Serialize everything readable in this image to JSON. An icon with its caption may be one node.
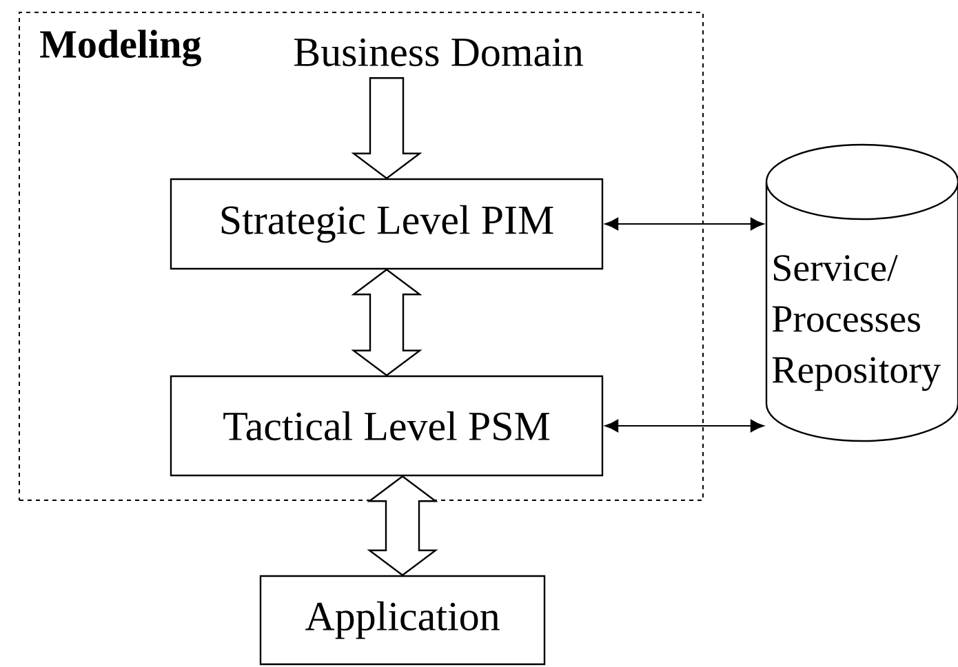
{
  "diagram": {
    "nodes": [
      {
        "text": [
          "Modeling"
        ]
      },
      {
        "text": [
          "Business Domain"
        ],
        "in": 0
      },
      {
        "text": [
          "Strategic Level PIM"
        ],
        "in": 0
      },
      {
        "text": [
          "Tactical Level PSM"
        ],
        "in": 0
      },
      {
        "text": [
          "Service/ Processes Repository"
        ]
      },
      {
        "text": [
          "Application"
        ]
      }
    ],
    "edges": [
      {
        "from": 1,
        "to": 2,
        "arrow": "to",
        "style": "thick"
      },
      {
        "from": 2,
        "to": 3,
        "arrow": "both",
        "style": "thick"
      },
      {
        "from": 3,
        "to": 5,
        "arrow": "both",
        "style": "thick"
      },
      {
        "from": 2,
        "to": 4,
        "arrow": "both"
      },
      {
        "from": 3,
        "to": 4,
        "arrow": "both"
      }
    ]
  }
}
